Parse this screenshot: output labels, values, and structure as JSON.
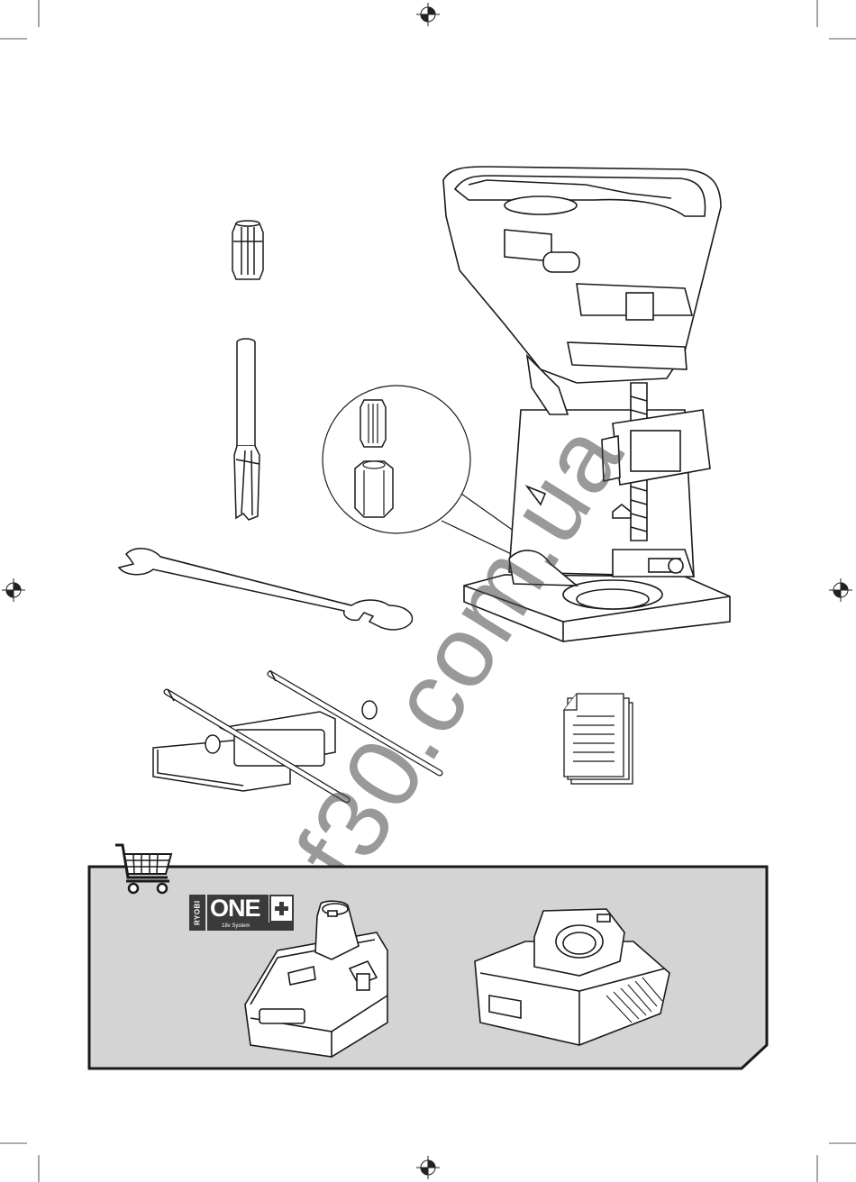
{
  "logo": {
    "brand": "RYOBI",
    "product_line": "ONE",
    "system": "18v System"
  },
  "watermark": {
    "text": "f30.com.ua"
  },
  "colors": {
    "line": "#1a1a1a",
    "accessory_panel": "#d4d4d4",
    "tool_fill": "#ffffff"
  },
  "icons": {
    "shopping_cart": "shopping-cart-icon",
    "registration_mark": "crosshair-circle-icon"
  }
}
